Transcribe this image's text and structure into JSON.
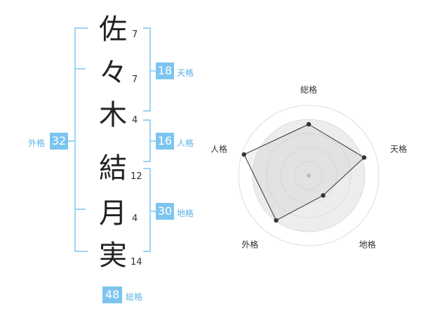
{
  "name": {
    "chars": [
      {
        "char": "佐",
        "strokes": "7"
      },
      {
        "char": "々",
        "strokes": "7"
      },
      {
        "char": "木",
        "strokes": "4"
      },
      {
        "char": "結",
        "strokes": "12"
      },
      {
        "char": "月",
        "strokes": "4"
      },
      {
        "char": "実",
        "strokes": "14"
      }
    ]
  },
  "kaku": {
    "tenkaku": {
      "value": "18",
      "label": "天格"
    },
    "jinkaku": {
      "value": "16",
      "label": "人格"
    },
    "chikaku": {
      "value": "30",
      "label": "地格"
    },
    "gaikaku": {
      "value": "32",
      "label": "外格"
    },
    "soukaku": {
      "value": "48",
      "label": "総格"
    }
  },
  "radar": {
    "axes": [
      "総格",
      "天格",
      "地格",
      "外格",
      "人格"
    ],
    "values": [
      0.73,
      0.83,
      0.35,
      0.79,
      0.97
    ],
    "max": 1
  },
  "colors": {
    "accent": "#7dc5ef",
    "accent_text": "#5ab3e6",
    "radar_fill": "#ededed",
    "radar_ring": "#dddddd"
  }
}
